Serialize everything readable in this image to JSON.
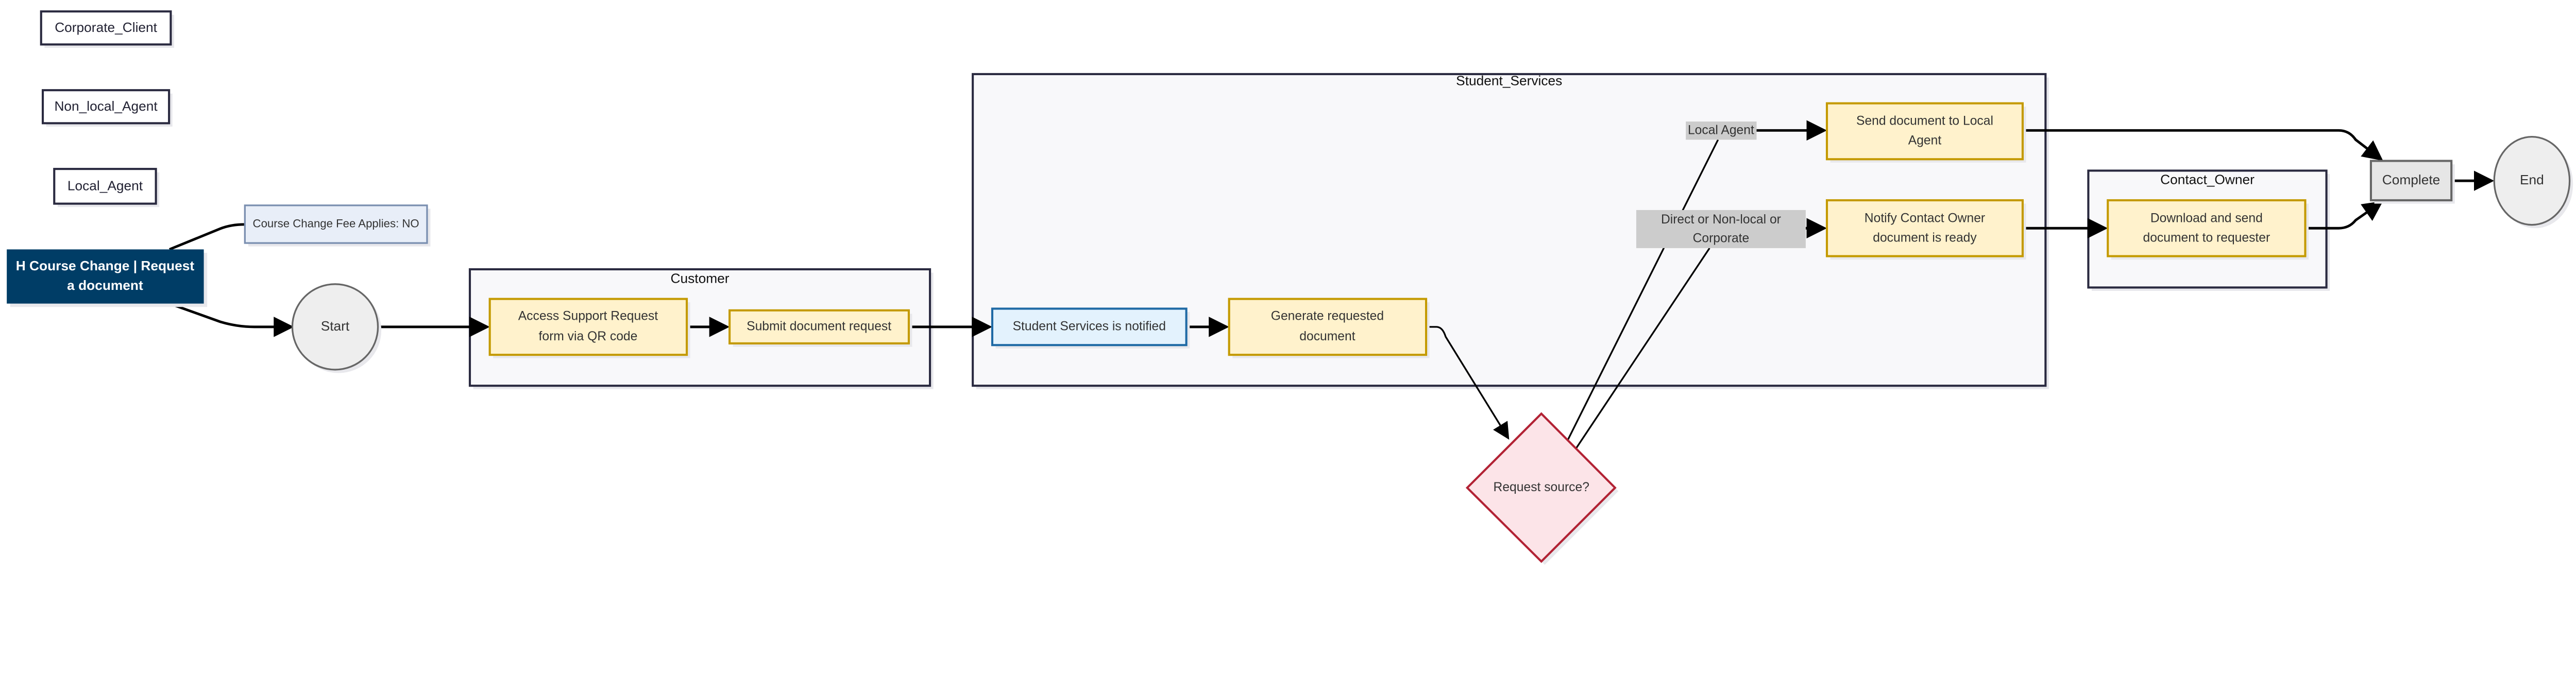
{
  "actors": [
    "Corporate_Client",
    "Non_local_Agent",
    "Local_Agent"
  ],
  "header": {
    "lines": [
      "H Course Change | Request",
      "a document"
    ],
    "color": "#003d66"
  },
  "note": {
    "text": "Course Change Fee Applies: NO"
  },
  "start": {
    "label": "Start"
  },
  "end": {
    "label": "End"
  },
  "subgraphs": {
    "customer": {
      "title": "Customer"
    },
    "student_services": {
      "title": "Student_Services"
    },
    "contact_owner": {
      "title": "Contact_Owner"
    }
  },
  "nodes": {
    "access": {
      "lines": [
        "Access Support Request",
        "form via QR code"
      ]
    },
    "submit": {
      "lines": [
        "Submit document request"
      ]
    },
    "notified": {
      "lines": [
        "Student Services is notified"
      ]
    },
    "generate": {
      "lines": [
        "Generate requested",
        "document"
      ]
    },
    "decision": {
      "lines": [
        "Request source?"
      ]
    },
    "send_local": {
      "lines": [
        "Send document to Local",
        "Agent"
      ]
    },
    "notify_owner": {
      "lines": [
        "Notify Contact Owner",
        "document is ready"
      ]
    },
    "download": {
      "lines": [
        "Download and send",
        "document to requester"
      ]
    },
    "complete": {
      "lines": [
        "Complete"
      ]
    }
  },
  "edge_labels": {
    "local_agent": "Local Agent",
    "direct": [
      "Direct or Non-local or",
      "Corporate"
    ]
  },
  "colors": {
    "task_fill": "#fff2cc",
    "task_border": "#c49a00",
    "notify_fill": "#e3f2fd",
    "notify_border": "#1f6aa5",
    "decision_fill": "#fce4e8",
    "decision_border": "#b22234",
    "edge_label_bg": "#cccccc"
  }
}
